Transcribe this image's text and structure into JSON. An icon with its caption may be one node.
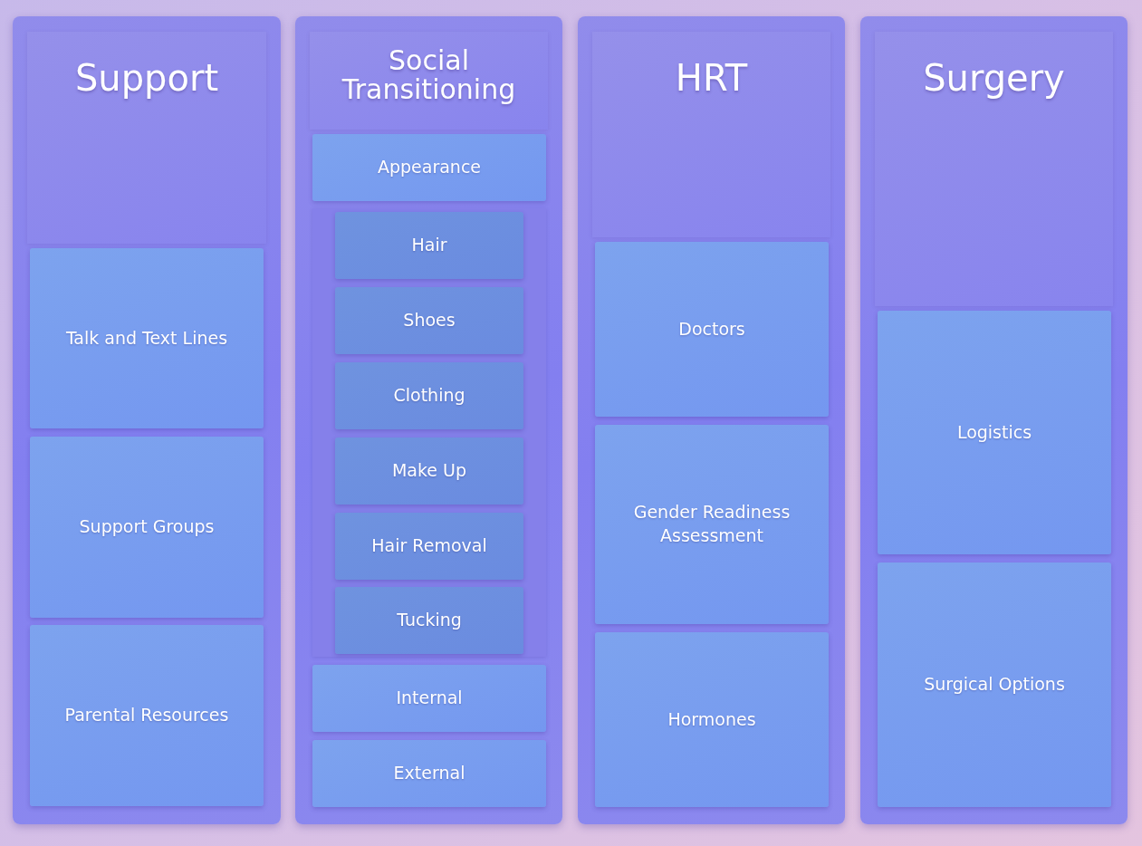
{
  "diagram": {
    "nodes": [
      {
        "text": [],
        "shape": "box"
      },
      {
        "text": [
          "Support"
        ],
        "in": 0
      },
      {
        "text": [
          "Talk and Text Lines"
        ],
        "in": 0
      },
      {
        "text": [
          "Support Groups"
        ],
        "in": 0
      },
      {
        "text": [
          "Parental Resources"
        ],
        "in": 0
      },
      {
        "text": [],
        "shape": "box"
      },
      {
        "text": [
          "Social Transitioning"
        ],
        "in": 5
      },
      {
        "text": [
          "Appearance"
        ],
        "in": 5
      },
      {
        "text": [],
        "shape": "box",
        "in": 5
      },
      {
        "text": [
          "Hair"
        ],
        "in": 8
      },
      {
        "text": [
          "Shoes"
        ],
        "in": 8
      },
      {
        "text": [
          "Clothing"
        ],
        "in": 8
      },
      {
        "text": [
          "Make Up"
        ],
        "in": 8
      },
      {
        "text": [
          "Hair Removal"
        ],
        "in": 8
      },
      {
        "text": [
          "Tucking"
        ],
        "in": 8
      },
      {
        "text": [
          "Internal"
        ],
        "in": 5
      },
      {
        "text": [
          "External"
        ],
        "in": 5
      },
      {
        "text": [],
        "shape": "box"
      },
      {
        "text": [
          "HRT"
        ],
        "in": 17
      },
      {
        "text": [
          "Doctors"
        ],
        "in": 17
      },
      {
        "text": [
          "Gender Readiness Assessment"
        ],
        "in": 17
      },
      {
        "text": [
          "Hormones"
        ],
        "in": 17
      },
      {
        "text": [],
        "shape": "box"
      },
      {
        "text": [
          "Surgery"
        ],
        "in": 22
      },
      {
        "text": [
          "Logistics"
        ],
        "in": 22
      },
      {
        "text": [
          "Surgical Options"
        ],
        "in": 22
      }
    ]
  }
}
